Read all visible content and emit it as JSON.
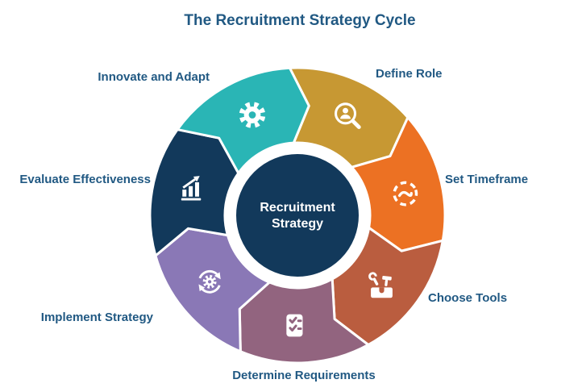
{
  "title": "The Recruitment Strategy Cycle",
  "text_color": "#215983",
  "background_color": "#FFFFFF",
  "icon_color": "#FFFFFF",
  "center": {
    "lines": [
      "Recruitment",
      "Strategy"
    ],
    "color": "#12395B",
    "ring_color": "#FFFFFF",
    "text_color": "#FFFFFF"
  },
  "wheel": {
    "direction": "clockwise",
    "segments": [
      {
        "label": "Define Role",
        "color": "#C79833",
        "icon": "search-person-icon"
      },
      {
        "label": "Set Timeframe",
        "color": "#EC7123",
        "icon": "dashed-clock-icon"
      },
      {
        "label": "Choose Tools",
        "color": "#BA5D3F",
        "icon": "toolbox-icon"
      },
      {
        "label": "Determine Requirements",
        "color": "#92647F",
        "icon": "checklist-icon"
      },
      {
        "label": "Implement Strategy",
        "color": "#8A78B6",
        "icon": "sync-gear-icon"
      },
      {
        "label": "Evaluate Effectiveness",
        "color": "#12395B",
        "icon": "bar-chart-arrow-icon"
      },
      {
        "label": "Innovate and Adapt",
        "color": "#2AB5B5",
        "icon": "gear-icon"
      }
    ]
  }
}
